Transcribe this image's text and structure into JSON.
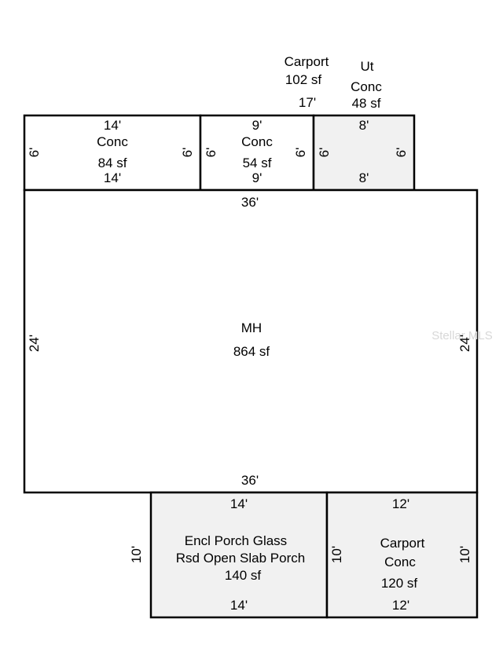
{
  "watermark": "Stellar MLS",
  "areas": {
    "carport_top": {
      "name": "Carport",
      "area": "102 sf",
      "width": "17'"
    },
    "ut": {
      "name": "Ut",
      "material": "Conc",
      "area": "48 sf"
    },
    "conc_left": {
      "top": "14'",
      "name": "Conc",
      "area": "84 sf",
      "bottom": "14'",
      "left": "6'",
      "right": "6'"
    },
    "conc_mid": {
      "top": "9'",
      "name": "Conc",
      "area": "54 sf",
      "bottom": "9'",
      "left": "6'",
      "right": "6'"
    },
    "conc_right": {
      "top": "8'",
      "bottom": "8'",
      "left": "6'",
      "right": "6'"
    },
    "mh": {
      "top": "36'",
      "name": "MH",
      "area": "864 sf",
      "bottom": "36'",
      "left": "24'",
      "right": "24'"
    },
    "porch": {
      "top": "14'",
      "line1": "Encl Porch Glass",
      "line2": "Rsd Open Slab Porch",
      "area": "140 sf",
      "bottom": "14'",
      "left": "10'"
    },
    "carport_bottom": {
      "top": "12'",
      "name": "Carport",
      "material": "Conc",
      "area": "120 sf",
      "bottom": "12'",
      "left": "10'",
      "right": "10'"
    }
  }
}
